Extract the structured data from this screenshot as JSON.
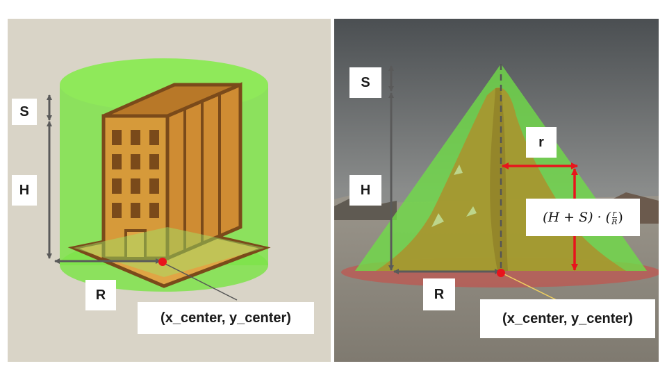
{
  "left_figure": {
    "labels": {
      "s": "S",
      "h": "H",
      "r": "R",
      "center": "(x_center, y_center)"
    },
    "icon": "building-icon"
  },
  "right_figure": {
    "labels": {
      "s": "S",
      "h": "H",
      "r_big": "R",
      "r_small": "r",
      "center": "(x_center, y_center)"
    },
    "formula": {
      "left": "(H + S) · (",
      "num": "r",
      "den": "R",
      "right": ")"
    },
    "icon": "mountain-icon"
  },
  "colors": {
    "cylinder_green": "#7ee34a",
    "cone_green": "#6fdc47",
    "arrow_gray": "#5a5a5a",
    "red_marker": "#e8141c",
    "building_orange": "#c8892f",
    "building_outline": "#7a4a1a"
  }
}
